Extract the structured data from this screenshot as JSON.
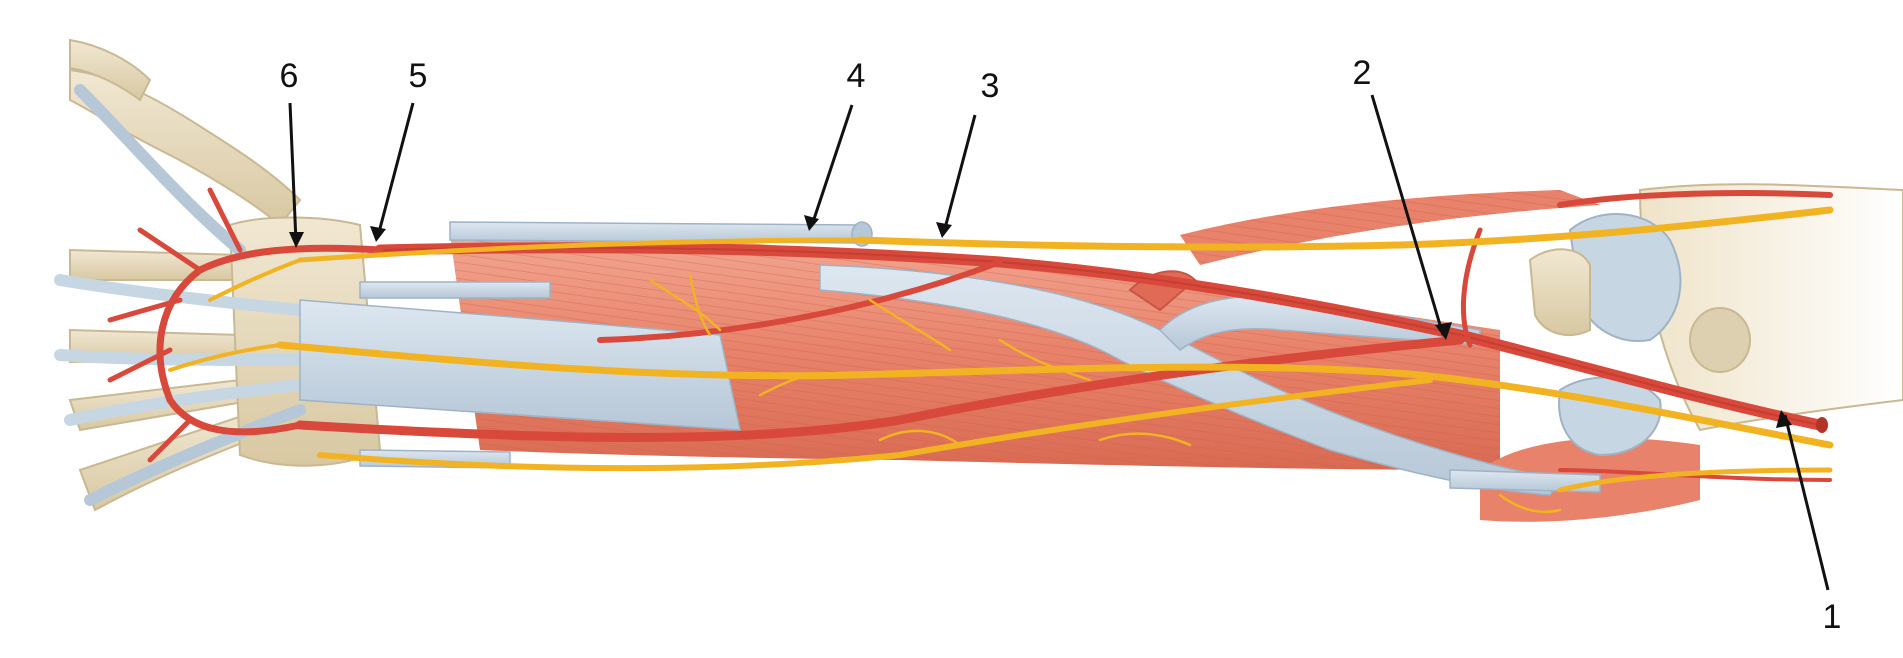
{
  "figure": {
    "subject": "forearm-anatomy-illustration",
    "colors": {
      "bone": "#e8dcc0",
      "bone_edge": "#c9b892",
      "muscle": "#e8826a",
      "muscle_light": "#f2a792",
      "tendon": "#c7d6e3",
      "tendon_edge": "#9fb3c6",
      "artery": "#d8493b",
      "artery_dark": "#b33328",
      "nerve": "#f2b323",
      "nerve_dark": "#d8961a",
      "leader": "#111111"
    }
  },
  "callouts": [
    {
      "id": "1",
      "label": "1"
    },
    {
      "id": "2",
      "label": "2"
    },
    {
      "id": "3",
      "label": "3"
    },
    {
      "id": "4",
      "label": "4"
    },
    {
      "id": "5",
      "label": "5"
    },
    {
      "id": "6",
      "label": "6"
    }
  ]
}
